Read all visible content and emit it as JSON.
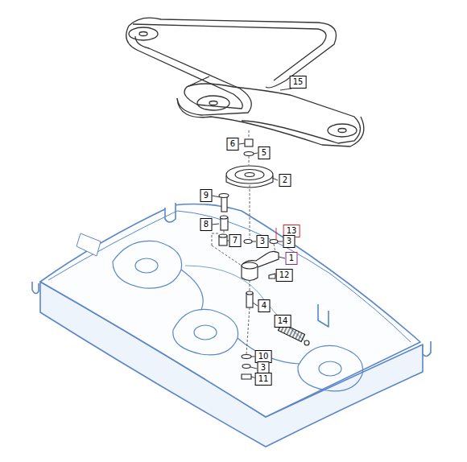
{
  "diagram": {
    "labels": [
      "15",
      "6",
      "5",
      "2",
      "9",
      "8",
      "13",
      "7",
      "3",
      "3",
      "1",
      "12",
      "4",
      "14",
      "10",
      "3",
      "11"
    ]
  }
}
